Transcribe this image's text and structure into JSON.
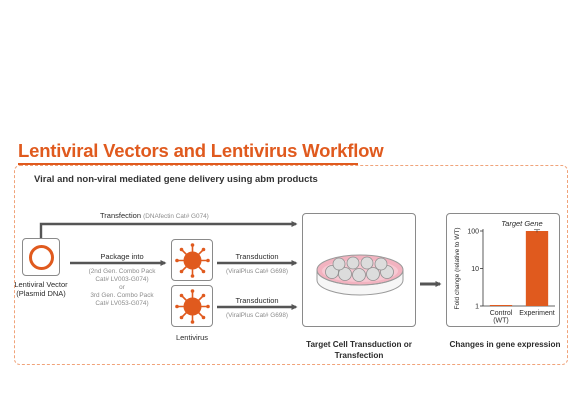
{
  "title": "Lentiviral Vectors and Lentivirus Workflow",
  "subtitle": "Viral and non-viral mediated gene delivery using abm products",
  "transfection": {
    "label": "Transfection",
    "note": "(DNAfectin Cat# G074)"
  },
  "vector": {
    "line1": "Lentiviral Vector",
    "line2": "(Plasmid DNA)"
  },
  "package": {
    "label": "Package into",
    "notes": [
      "(2nd Gen. Combo Pack",
      "Cat# LV003-G074)",
      "or",
      "3rd Gen. Combo Pack",
      "Cat# LV053-G074)"
    ]
  },
  "transduction_top": {
    "label": "Transduction",
    "note": "(ViralPlus Cat# G698)"
  },
  "transduction_bottom": {
    "label": "Transduction",
    "note": "(ViralPlus Cat# G698)"
  },
  "lentivirus_label": "Lentivirus",
  "target_cell": {
    "line1": "Target Cell Transduction or",
    "line2": "Transfection"
  },
  "expression_label": "Changes in gene expression",
  "colors": {
    "accent": "#e05a1e",
    "dish_pink": "#f2b3c0",
    "cell_gray": "#d6d6d6"
  },
  "chart_data": {
    "type": "bar",
    "title": "Target Gene",
    "ylabel": "Fold change (relative to WT)",
    "yscale": "log",
    "ylim": [
      1,
      100
    ],
    "yticks": [
      "1",
      "10",
      "100"
    ],
    "categories": [
      "Control (WT)",
      "Experiment"
    ],
    "category_lines": [
      [
        "Control",
        "(WT)"
      ],
      [
        "Experiment"
      ]
    ],
    "values": [
      1,
      100
    ],
    "errors": [
      0.05,
      8
    ],
    "bar_color": "#e05a1e"
  }
}
